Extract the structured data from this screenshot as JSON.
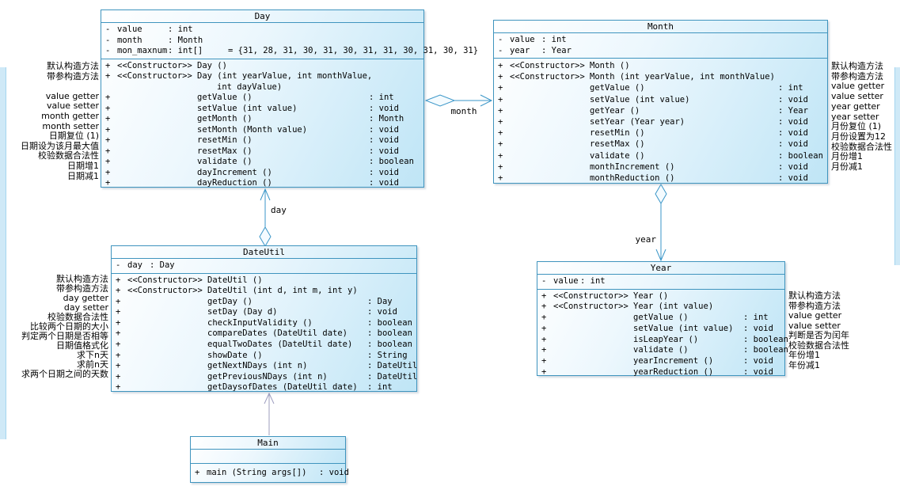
{
  "colors": {
    "box_border": "#3f94be",
    "box_fill_top": "#ffffff",
    "box_fill_bottom": "#bfe5f6",
    "connector": "#3a96c8",
    "dependency": "#9c9cbe"
  },
  "classes": [
    {
      "id": "day",
      "title": "Day",
      "attributes": [
        {
          "vis": "-",
          "name": "value",
          "type": ": int",
          "init": ""
        },
        {
          "vis": "-",
          "name": "month",
          "type": ": Month",
          "init": ""
        },
        {
          "vis": "-",
          "name": "mon_maxnum",
          "type": ": int[]",
          "init": "= {31, 28, 31, 30, 31, 30, 31, 31, 30, 31, 30, 31}"
        }
      ],
      "methods": [
        {
          "vis": "+",
          "stereotype": "<<Constructor>>",
          "signature": "Day ()",
          "returns": ""
        },
        {
          "vis": "+",
          "stereotype": "<<Constructor>>",
          "signature": "Day (int yearValue, int monthValue,",
          "continuation": "int dayValue)",
          "returns": ""
        },
        {
          "vis": "+",
          "stereotype": "",
          "signature": "getValue ()",
          "returns": ": int"
        },
        {
          "vis": "+",
          "stereotype": "",
          "signature": "setValue (int value)",
          "returns": ": void"
        },
        {
          "vis": "+",
          "stereotype": "",
          "signature": "getMonth ()",
          "returns": ": Month"
        },
        {
          "vis": "+",
          "stereotype": "",
          "signature": "setMonth (Month value)",
          "returns": ": void"
        },
        {
          "vis": "+",
          "stereotype": "",
          "signature": "resetMin ()",
          "returns": ": void"
        },
        {
          "vis": "+",
          "stereotype": "",
          "signature": "resetMax ()",
          "returns": ": void"
        },
        {
          "vis": "+",
          "stereotype": "",
          "signature": "validate ()",
          "returns": ": boolean"
        },
        {
          "vis": "+",
          "stereotype": "",
          "signature": "dayIncrement ()",
          "returns": ": void"
        },
        {
          "vis": "+",
          "stereotype": "",
          "signature": "dayReduction ()",
          "returns": ": void"
        }
      ]
    },
    {
      "id": "month",
      "title": "Month",
      "attributes": [
        {
          "vis": "-",
          "name": "value",
          "type": ": int",
          "init": ""
        },
        {
          "vis": "-",
          "name": "year",
          "type": ": Year",
          "init": ""
        }
      ],
      "methods": [
        {
          "vis": "+",
          "stereotype": "<<Constructor>>",
          "signature": "Month ()",
          "returns": ""
        },
        {
          "vis": "+",
          "stereotype": "<<Constructor>>",
          "signature": "Month (int yearValue, int monthValue)",
          "returns": ""
        },
        {
          "vis": "+",
          "stereotype": "",
          "signature": "getValue ()",
          "returns": ": int"
        },
        {
          "vis": "+",
          "stereotype": "",
          "signature": "setValue (int value)",
          "returns": ": void"
        },
        {
          "vis": "+",
          "stereotype": "",
          "signature": "getYear ()",
          "returns": ": Year"
        },
        {
          "vis": "+",
          "stereotype": "",
          "signature": "setYear (Year year)",
          "returns": ": void"
        },
        {
          "vis": "+",
          "stereotype": "",
          "signature": "resetMin ()",
          "returns": ": void"
        },
        {
          "vis": "+",
          "stereotype": "",
          "signature": "resetMax ()",
          "returns": ": void"
        },
        {
          "vis": "+",
          "stereotype": "",
          "signature": "validate ()",
          "returns": ": boolean"
        },
        {
          "vis": "+",
          "stereotype": "",
          "signature": "monthIncrement ()",
          "returns": ": void"
        },
        {
          "vis": "+",
          "stereotype": "",
          "signature": "monthReduction ()",
          "returns": ": void"
        }
      ]
    },
    {
      "id": "dateutil",
      "title": "DateUtil",
      "attributes": [
        {
          "vis": "-",
          "name": "day",
          "type": ": Day",
          "init": ""
        }
      ],
      "methods": [
        {
          "vis": "+",
          "stereotype": "<<Constructor>>",
          "signature": "DateUtil ()",
          "returns": ""
        },
        {
          "vis": "+",
          "stereotype": "<<Constructor>>",
          "signature": "DateUtil (int d, int m, int y)",
          "returns": ""
        },
        {
          "vis": "+",
          "stereotype": "",
          "signature": "getDay ()",
          "returns": ": Day"
        },
        {
          "vis": "+",
          "stereotype": "",
          "signature": "setDay (Day d)",
          "returns": ": void"
        },
        {
          "vis": "+",
          "stereotype": "",
          "signature": "checkInputValidity ()",
          "returns": ": boolean"
        },
        {
          "vis": "+",
          "stereotype": "",
          "signature": "compareDates (DateUtil date)",
          "returns": ": boolean"
        },
        {
          "vis": "+",
          "stereotype": "",
          "signature": "equalTwoDates (DateUtil date)",
          "returns": ": boolean"
        },
        {
          "vis": "+",
          "stereotype": "",
          "signature": "showDate ()",
          "returns": ": String"
        },
        {
          "vis": "+",
          "stereotype": "",
          "signature": "getNextNDays (int n)",
          "returns": ": DateUtil"
        },
        {
          "vis": "+",
          "stereotype": "",
          "signature": "getPreviousNDays (int n)",
          "returns": ": DateUtil"
        },
        {
          "vis": "+",
          "stereotype": "",
          "signature": "getDaysofDates (DateUtil date)",
          "returns": ": int"
        }
      ]
    },
    {
      "id": "year",
      "title": "Year",
      "attributes": [
        {
          "vis": "-",
          "name": "value",
          "type": ": int",
          "init": ""
        }
      ],
      "methods": [
        {
          "vis": "+",
          "stereotype": "<<Constructor>>",
          "signature": "Year ()",
          "returns": ""
        },
        {
          "vis": "+",
          "stereotype": "<<Constructor>>",
          "signature": "Year (int value)",
          "returns": ""
        },
        {
          "vis": "+",
          "stereotype": "",
          "signature": "getValue ()",
          "returns": ": int"
        },
        {
          "vis": "+",
          "stereotype": "",
          "signature": "setValue (int value)",
          "returns": ": void"
        },
        {
          "vis": "+",
          "stereotype": "",
          "signature": "isLeapYear ()",
          "returns": ": boolean"
        },
        {
          "vis": "+",
          "stereotype": "",
          "signature": "validate ()",
          "returns": ": boolean"
        },
        {
          "vis": "+",
          "stereotype": "",
          "signature": "yearIncrement ()",
          "returns": ": void"
        },
        {
          "vis": "+",
          "stereotype": "",
          "signature": "yearReduction ()",
          "returns": ": void"
        }
      ]
    },
    {
      "id": "main",
      "title": "Main",
      "attributes": [],
      "methods": [
        {
          "vis": "+",
          "stereotype": "",
          "signature": "main (String args[])",
          "returns": ": void"
        }
      ]
    }
  ],
  "annotations": [
    {
      "id": "day-notes",
      "side": "left",
      "lines": [
        "默认构造方法",
        "带参构造方法",
        "",
        "value getter",
        "value setter",
        "month getter",
        "month setter",
        "日期复位 (1)",
        "日期设为该月最大值",
        "校验数据合法性",
        "日期增1",
        "日期减1"
      ]
    },
    {
      "id": "month-notes",
      "side": "right",
      "lines": [
        "默认构造方法",
        "带参构造方法",
        "value getter",
        "value setter",
        "year getter",
        "year setter",
        "月份复位 (1)",
        "月份设置为12",
        "校验数据合法性",
        "月份增1",
        "月份减1"
      ]
    },
    {
      "id": "dateutil-notes",
      "side": "left",
      "lines": [
        "默认构造方法",
        "带参构造方法",
        "day getter",
        "day setter",
        "校验数据合法性",
        "比较两个日期的大小",
        "判定两个日期是否相等",
        "日期值格式化",
        "求下n天",
        "求前n天",
        "求两个日期之间的天数"
      ]
    },
    {
      "id": "year-notes",
      "side": "right",
      "lines": [
        "默认构造方法",
        "带参构造方法",
        "value getter",
        "value setter",
        "判断是否为闰年",
        "校验数据合法性",
        "年份增1",
        "年份减1"
      ]
    }
  ],
  "connectors": [
    {
      "id": "day-month",
      "label": "month",
      "type": "aggregation",
      "from": "Day",
      "to": "Month"
    },
    {
      "id": "dateutil-day",
      "label": "day",
      "type": "aggregation",
      "from": "DateUtil",
      "to": "Day"
    },
    {
      "id": "month-year",
      "label": "year",
      "type": "aggregation",
      "from": "Month",
      "to": "Year"
    },
    {
      "id": "main-dateutil",
      "label": "",
      "type": "dependency",
      "from": "Main",
      "to": "DateUtil"
    }
  ]
}
